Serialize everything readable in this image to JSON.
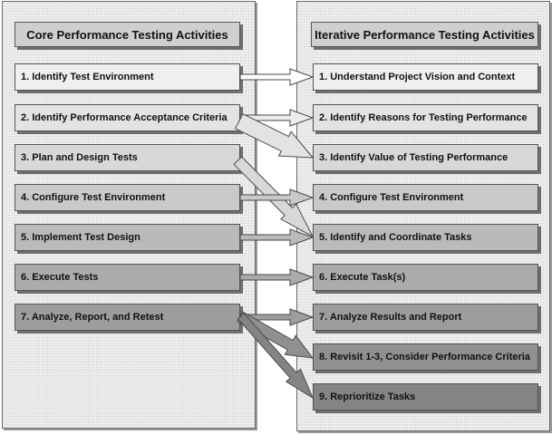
{
  "core": {
    "title": "Core Performance Testing Activities",
    "items": [
      "1. Identify Test Environment",
      "2. Identify Performance Acceptance Criteria",
      "3. Plan and Design Tests",
      "4. Configure Test Environment",
      "5. Implement Test Design",
      "6. Execute Tests",
      "7. Analyze, Report, and Retest"
    ]
  },
  "iterative": {
    "title": "Iterative Performance Testing Activities",
    "items": [
      "1. Understand Project Vision and Context",
      "2. Identify Reasons for Testing Performance",
      "3. Identify Value of Testing Performance",
      "4. Configure Test Environment",
      "5. Identify and Coordinate Tasks",
      "6. Execute Task(s)",
      "7. Analyze Results and Report",
      "8. Revisit 1-3, Consider Performance Criteria",
      "9. Reprioritize Tasks"
    ]
  },
  "colors": {
    "shade_1": "#efefef",
    "shade_2": "#e3e3e3",
    "shade_3": "#d8d8d8",
    "shade_4": "#c9c9c9",
    "shade_5": "#bababa",
    "shade_6": "#ababab",
    "shade_7": "#9d9d9d",
    "shade_8": "#909090",
    "shade_9": "#848484",
    "arrow_border": "#4a4a4a"
  }
}
